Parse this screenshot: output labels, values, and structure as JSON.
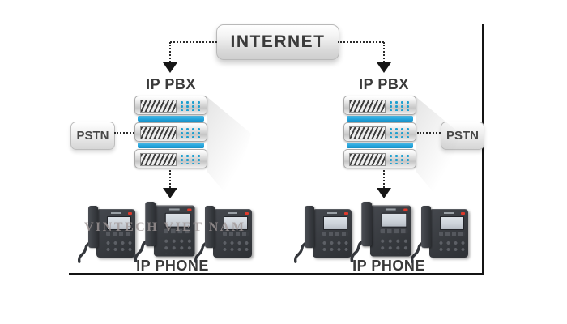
{
  "diagram": {
    "internet_label": "INTERNET",
    "left": {
      "pbx_label": "IP PBX",
      "pstn_label": "PSTN",
      "phone_label": "IP PHONE"
    },
    "right": {
      "pbx_label": "IP PBX",
      "pstn_label": "PSTN",
      "phone_label": "IP PHONE"
    },
    "watermark": "VINTECH VIET NAM",
    "colors": {
      "accent_blue": "#2BA9E0",
      "dot_teal": "#1F9FCF",
      "led_red": "#E03A2C",
      "text_dark": "#3A3A3A",
      "frame_black": "#141414",
      "server_border": "#A9A9A9",
      "phone_dark": "#3A3D42",
      "screen_gray": "#CDD3DA",
      "watermark_gray": "#A09898"
    }
  }
}
